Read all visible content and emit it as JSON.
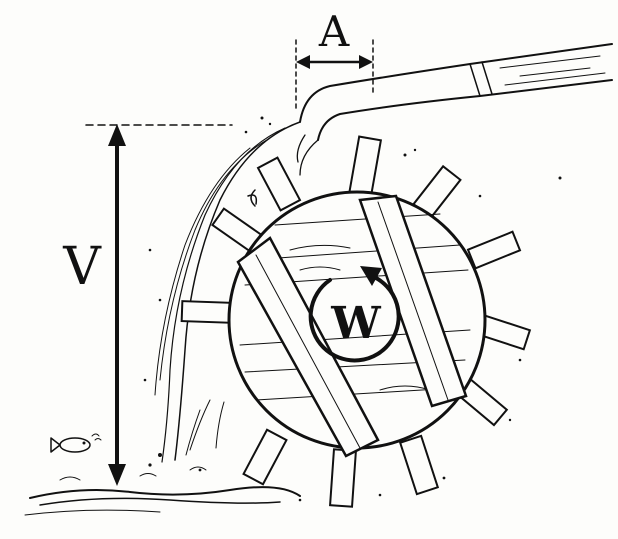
{
  "labels": {
    "horizontal_gap": "A",
    "vertical_drop": "V",
    "wheel": "W"
  },
  "colors": {
    "ink": "#111111",
    "paper": "#fdfdfb"
  }
}
